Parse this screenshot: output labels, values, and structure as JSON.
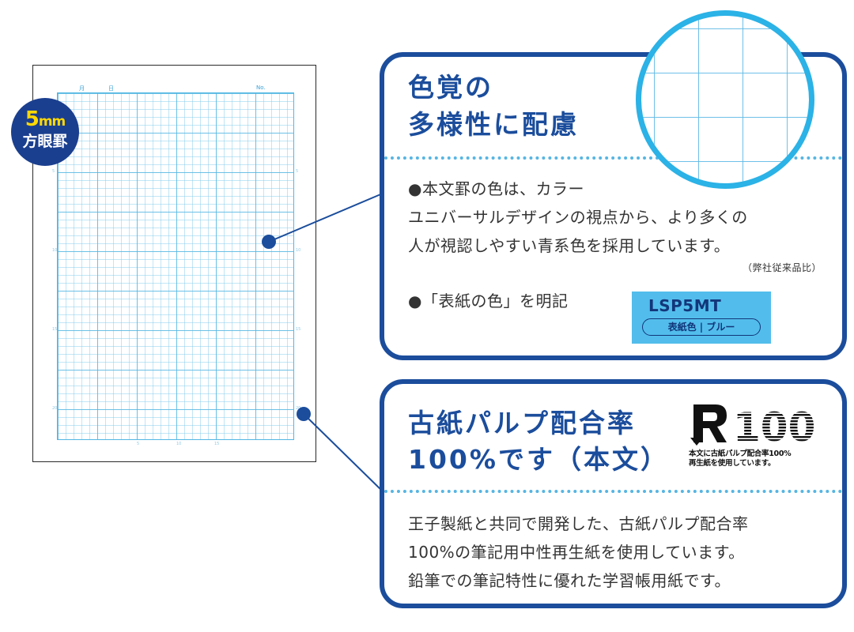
{
  "notebook": {
    "header_month": "月",
    "header_day": "日",
    "header_no": "No.",
    "left_ticks": [
      "5",
      "10",
      "15",
      "20"
    ],
    "right_ticks": [
      "5",
      "10",
      "15",
      "20"
    ],
    "bottom_ticks": [
      "5",
      "10",
      "15"
    ]
  },
  "badge": {
    "size": "5",
    "unit": "mm",
    "label": "方眼罫"
  },
  "panel1": {
    "title_line1": "色覚の",
    "title_line2": "多様性に配慮",
    "body_line1": "●本文罫の色は、カラー",
    "body_line2": "ユニバーサルデザインの視点から、より多くの",
    "body_line3": "人が視認しやすい青系色を採用しています。",
    "note": "（弊社従来品比）",
    "cover_color_text": "●「表紙の色」を明記",
    "label_code": "LSP5MT",
    "label_color": "表紙色 | ブルー"
  },
  "panel2": {
    "title_line1": "古紙パルプ配合率",
    "title_line2": "100%です（本文）",
    "mark_number": "100",
    "mark_line1": "本文に古紙パルプ配合率100%",
    "mark_line2": "再生紙を使用しています。",
    "body_line1": "王子製紙と共同で開発した、古紙パルプ配合率",
    "body_line2": "100%の筆記用中性再生紙を使用しています。",
    "body_line3": "鉛筆での筆記特性に優れた学習帳用紙です。"
  },
  "colors": {
    "navy": "#1b4d9c",
    "badge_navy": "#1b3f8f",
    "accent_yellow": "#ffd800",
    "light_blue": "#52bdec",
    "grid_blue": "#52b7e3"
  }
}
